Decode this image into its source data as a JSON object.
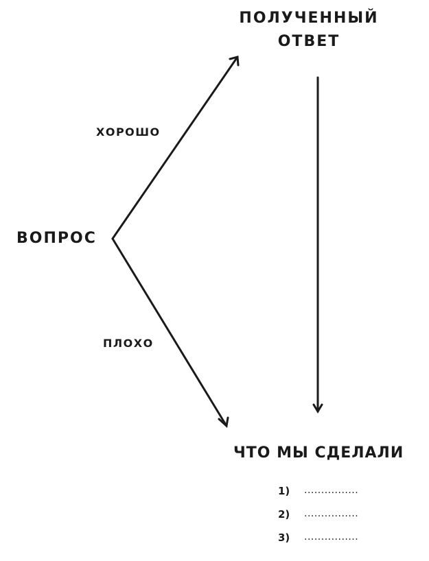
{
  "labels": {
    "answer_line1": "ПОЛУЧЕННЫЙ",
    "answer_line2": "ОТВЕТ",
    "question": "ВОПРОС",
    "good": "ХОРОШО",
    "bad": "ПЛОХО",
    "done": "ЧТО МЫ СДЕЛАЛИ"
  },
  "steps": [
    {
      "num": "1)",
      "text": "................"
    },
    {
      "num": "2)",
      "text": "................"
    },
    {
      "num": "3)",
      "text": "................"
    }
  ],
  "colors": {
    "ink": "#1a1a1a",
    "background": "#ffffff"
  }
}
